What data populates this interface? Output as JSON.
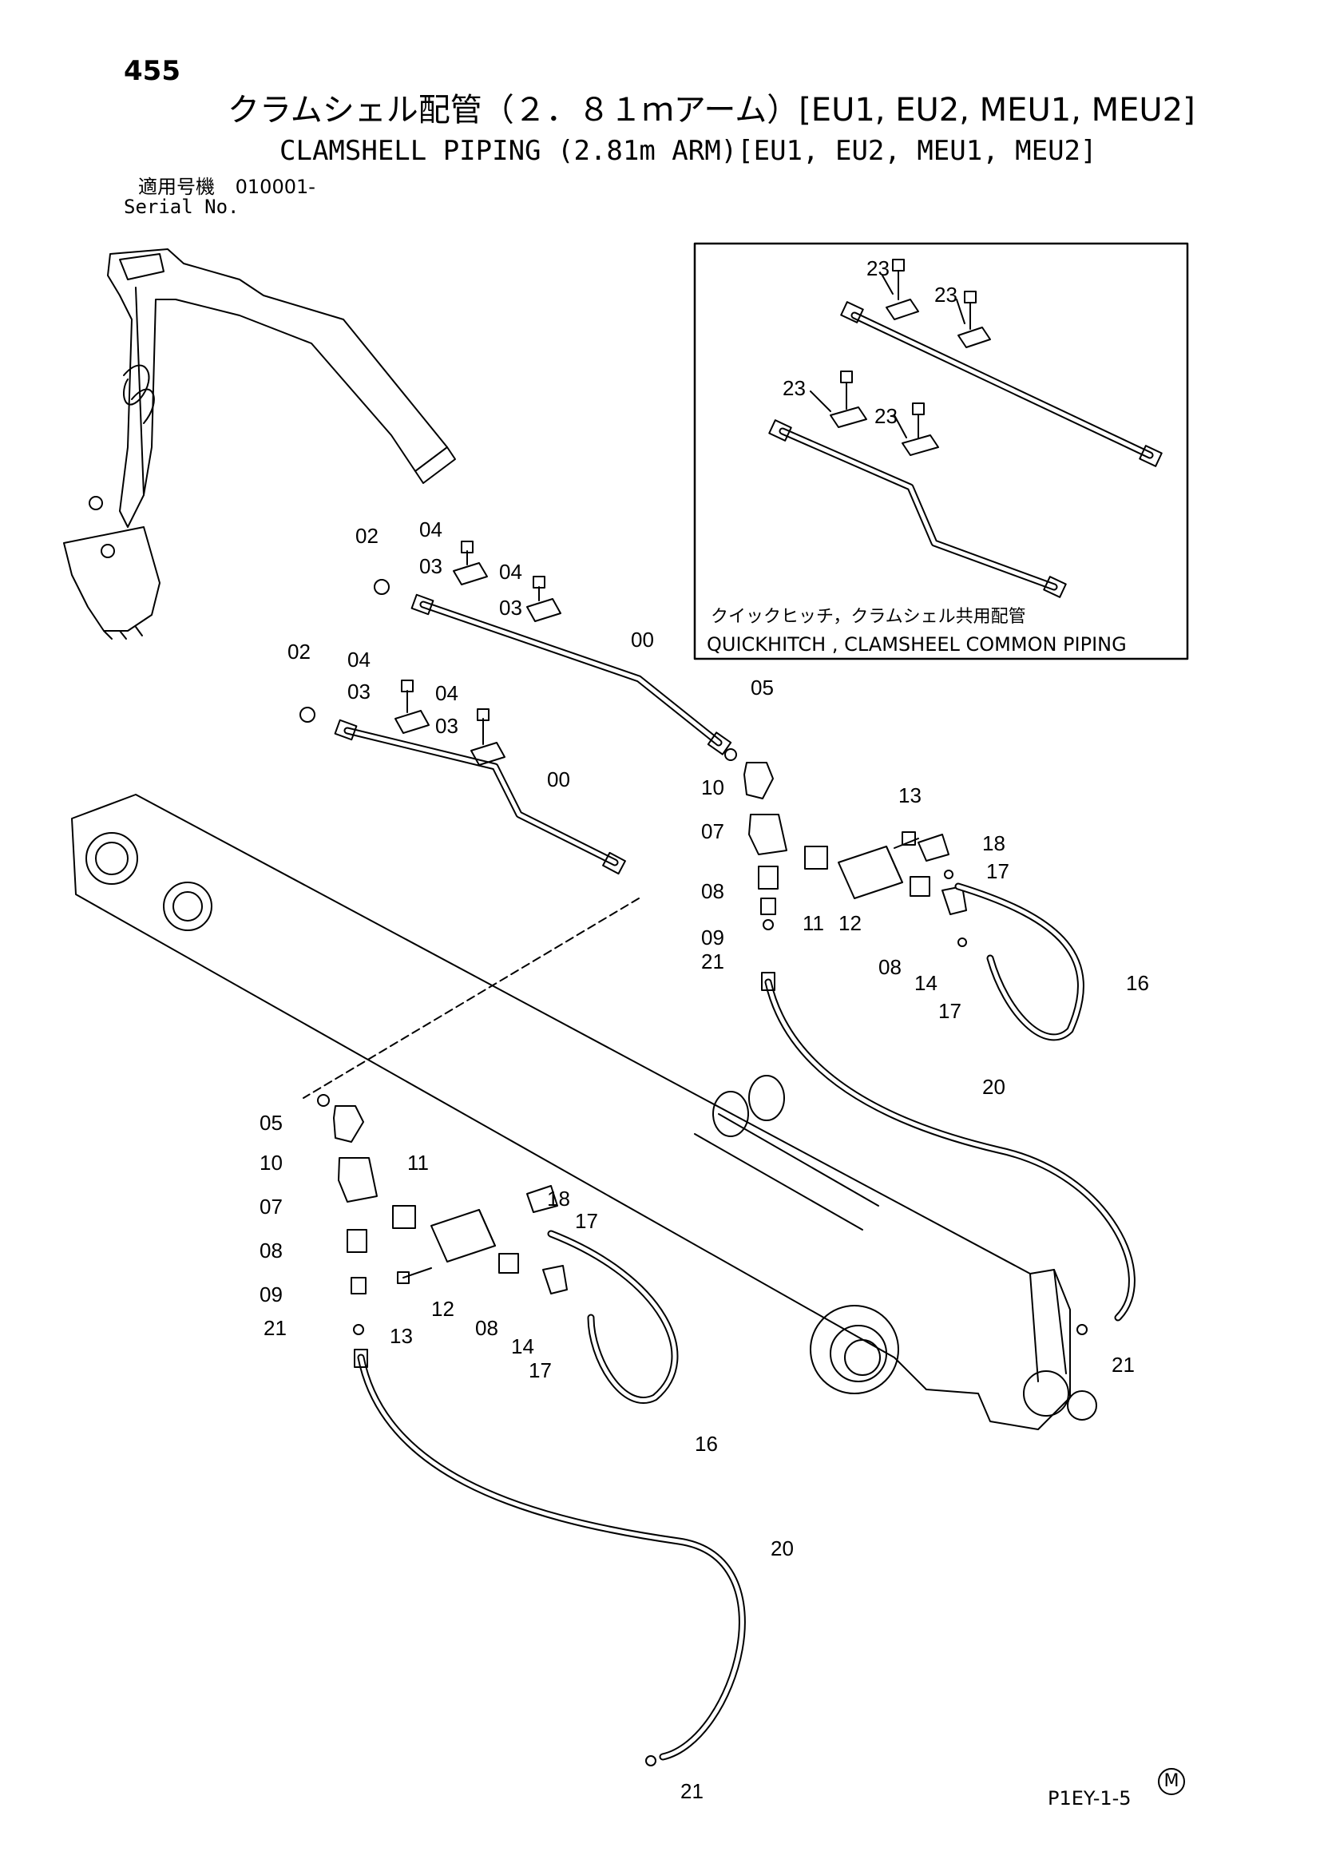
{
  "header": {
    "page_number": "455",
    "title_jp": "クラムシェル配管（２．８１ｍアーム）[EU1, EU2, MEU1, MEU2]",
    "title_en": "CLAMSHELL PIPING (2.81m ARM)[EU1, EU2, MEU1, MEU2]",
    "serial_label_jp": "適用号機",
    "serial_value": "010001-",
    "serial_label_en": "Serial No."
  },
  "inset": {
    "caption_jp": "クイックヒッチ，クラムシェル共用配管",
    "caption_en": "QUICKHITCH , CLAMSHEEL COMMON PIPING"
  },
  "callouts": [
    {
      "id": "c-23a",
      "text": "23"
    },
    {
      "id": "c-23b",
      "text": "23"
    },
    {
      "id": "c-23c",
      "text": "23"
    },
    {
      "id": "c-23d",
      "text": "23"
    },
    {
      "id": "c-02a",
      "text": "02"
    },
    {
      "id": "c-04a",
      "text": "04"
    },
    {
      "id": "c-03a",
      "text": "03"
    },
    {
      "id": "c-04b",
      "text": "04"
    },
    {
      "id": "c-03b",
      "text": "03"
    },
    {
      "id": "c-00a",
      "text": "00"
    },
    {
      "id": "c-02b",
      "text": "02"
    },
    {
      "id": "c-04c",
      "text": "04"
    },
    {
      "id": "c-03c",
      "text": "03"
    },
    {
      "id": "c-04d",
      "text": "04"
    },
    {
      "id": "c-03d",
      "text": "03"
    },
    {
      "id": "c-00b",
      "text": "00"
    },
    {
      "id": "c-05a",
      "text": "05"
    },
    {
      "id": "c-10a",
      "text": "10"
    },
    {
      "id": "c-13a",
      "text": "13"
    },
    {
      "id": "c-07a",
      "text": "07"
    },
    {
      "id": "c-18a",
      "text": "18"
    },
    {
      "id": "c-17a",
      "text": "17"
    },
    {
      "id": "c-08a",
      "text": "08"
    },
    {
      "id": "c-11a",
      "text": "11"
    },
    {
      "id": "c-12a",
      "text": "12"
    },
    {
      "id": "c-09a",
      "text": "09"
    },
    {
      "id": "c-21a",
      "text": "21"
    },
    {
      "id": "c-08b",
      "text": "08"
    },
    {
      "id": "c-14a",
      "text": "14"
    },
    {
      "id": "c-16a",
      "text": "16"
    },
    {
      "id": "c-17b",
      "text": "17"
    },
    {
      "id": "c-20a",
      "text": "20"
    },
    {
      "id": "c-05b",
      "text": "05"
    },
    {
      "id": "c-10b",
      "text": "10"
    },
    {
      "id": "c-11b",
      "text": "11"
    },
    {
      "id": "c-07b",
      "text": "07"
    },
    {
      "id": "c-18b",
      "text": "18"
    },
    {
      "id": "c-17c",
      "text": "17"
    },
    {
      "id": "c-08c",
      "text": "08"
    },
    {
      "id": "c-09b",
      "text": "09"
    },
    {
      "id": "c-21b",
      "text": "21"
    },
    {
      "id": "c-12b",
      "text": "12"
    },
    {
      "id": "c-13b",
      "text": "13"
    },
    {
      "id": "c-08d",
      "text": "08"
    },
    {
      "id": "c-14b",
      "text": "14"
    },
    {
      "id": "c-17d",
      "text": "17"
    },
    {
      "id": "c-16b",
      "text": "16"
    },
    {
      "id": "c-21c",
      "text": "21"
    },
    {
      "id": "c-20b",
      "text": "20"
    },
    {
      "id": "c-21d",
      "text": "21"
    }
  ],
  "footer": {
    "mark": "M",
    "drawing_code": "P1EY-1-5"
  }
}
